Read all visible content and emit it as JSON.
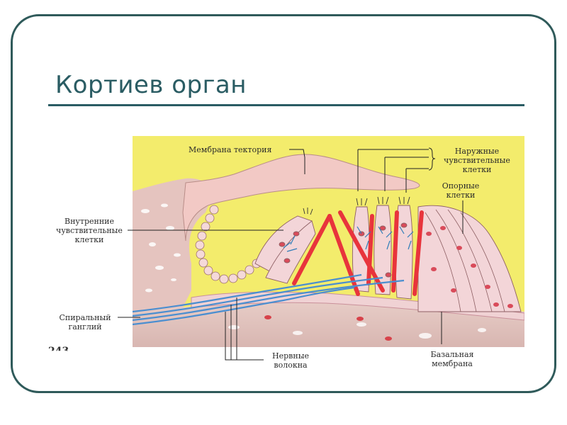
{
  "slide": {
    "title": "Кортиев орган"
  },
  "labels": {
    "tectorial_membrane": "Мембрана тектория",
    "outer_hair_cells_l1": "Наружные",
    "outer_hair_cells_l2": "чувствительные",
    "outer_hair_cells_l3": "клетки",
    "supporting_cells_l1": "Опорные",
    "supporting_cells_l2": "клетки",
    "inner_hair_cells_l1": "Внутренние",
    "inner_hair_cells_l2": "чувствительные",
    "inner_hair_cells_l3": "клетки",
    "spiral_ganglion_l1": "Спиральный",
    "spiral_ganglion_l2": "ганглий",
    "nerve_fibers_l1": "Нервные",
    "nerve_fibers_l2": "волокна",
    "basilar_membrane_l1": "Базальная",
    "basilar_membrane_l2": "мембрана",
    "page_fragment": "243"
  },
  "colors": {
    "frame": "#2f5a5a",
    "title": "#2a5c63",
    "fluid": "#f2ec6a",
    "tissue": "#e8c7c3",
    "cells": "#f3d5d8",
    "vessel": "#e8343c",
    "nerve": "#4a8ed0"
  }
}
